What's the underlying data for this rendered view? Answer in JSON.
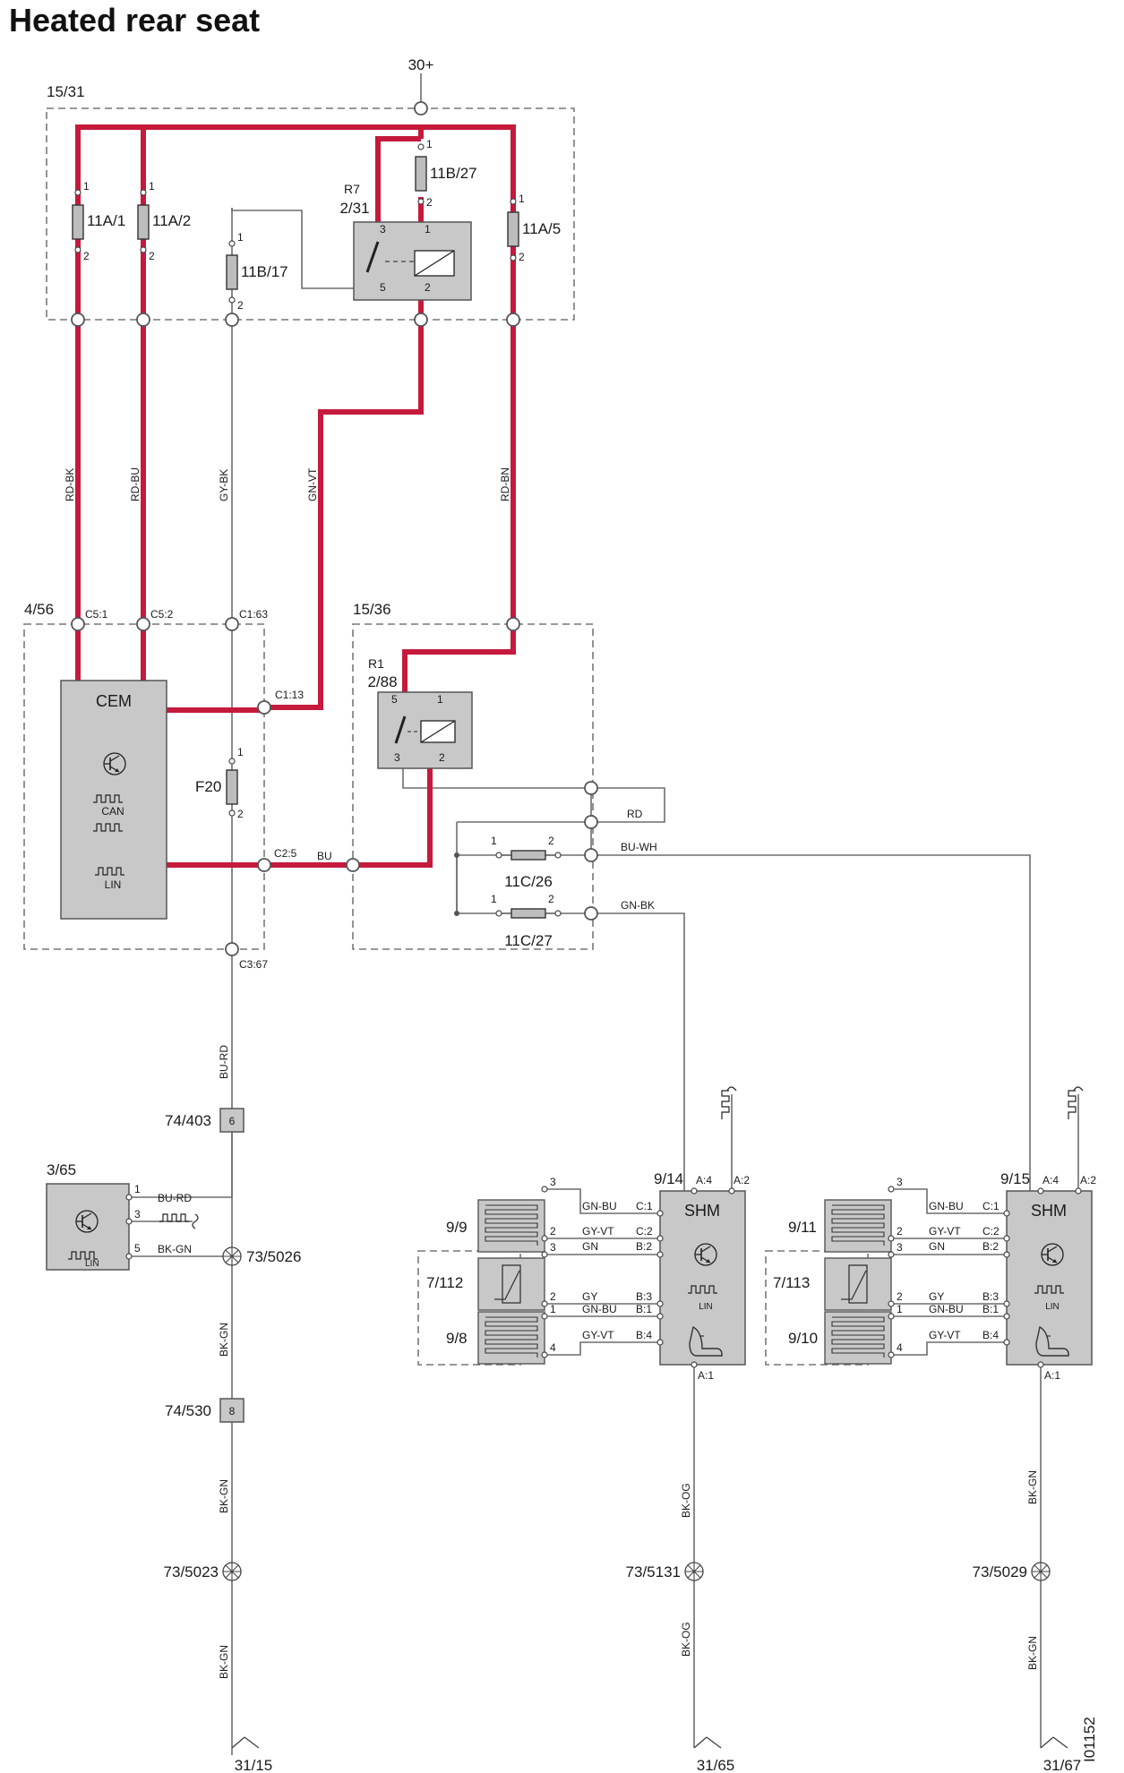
{
  "title": "Heated rear seat",
  "supply_label": "30+",
  "figure_id": "I01152",
  "icon": "transistor-icon",
  "fuse_box_a": {
    "label": "15/31",
    "fuses": [
      "11A/1",
      "11A/2",
      "11B/17",
      "11B/27",
      "11A/5"
    ],
    "relay": {
      "name": "R7",
      "code": "2/31"
    }
  },
  "cem": {
    "box_label": "4/56",
    "name": "CEM",
    "bus_can": "CAN",
    "bus_lin": "LIN",
    "fuse": "F20",
    "connectors": [
      "C5:1",
      "C5:2",
      "C1:63",
      "C1:13",
      "C2:5",
      "C3:67"
    ]
  },
  "fuse_box_b": {
    "label": "15/36",
    "relay": {
      "name": "R1",
      "code": "2/88"
    },
    "fuses": [
      "11C/26",
      "11C/27"
    ]
  },
  "wire_colors": {
    "rd_bk": "RD-BK",
    "rd_bu": "RD-BU",
    "gy_bk": "GY-BK",
    "gn_vt": "GN-VT",
    "rd_bn": "RD-BN",
    "bu": "BU",
    "rd": "RD",
    "bu_wh": "BU-WH",
    "gn_bk": "GN-BK",
    "bu_rd": "BU-RD",
    "bk_gn": "BK-GN",
    "bk_og": "BK-OG",
    "gn_bu": "GN-BU",
    "gy_vt": "GY-VT",
    "gn": "GN",
    "gy": "GY"
  },
  "connectors": {
    "c74_403": {
      "label": "74/403",
      "pin": "6"
    },
    "c74_530": {
      "label": "74/530",
      "pin": "8"
    }
  },
  "switch_module": {
    "label": "3/65",
    "bus": "LIN",
    "pins": [
      "1",
      "3",
      "5"
    ]
  },
  "splices": {
    "s73_5026": "73/5026",
    "s73_5023": "73/5023",
    "s73_5131": "73/5131",
    "s73_5029": "73/5029"
  },
  "grounds": [
    "31/15",
    "31/65",
    "31/67"
  ],
  "shm_left": {
    "module": "9/14",
    "name": "SHM",
    "bus": "LIN",
    "pins": {
      "a4": "A:4",
      "a2": "A:2",
      "a1": "A:1",
      "c1": "C:1",
      "c2": "C:2",
      "b2": "B:2",
      "b3": "B:3",
      "b1": "B:1",
      "b4": "B:4"
    },
    "element_top": "9/9",
    "sensor": "7/112",
    "element_bottom": "9/8"
  },
  "shm_right": {
    "module": "9/15",
    "name": "SHM",
    "bus": "LIN",
    "pins": {
      "a4": "A:4",
      "a2": "A:2",
      "a1": "A:1",
      "c1": "C:1",
      "c2": "C:2",
      "b2": "B:2",
      "b3": "B:3",
      "b1": "B:1",
      "b4": "B:4"
    },
    "element_top": "9/11",
    "sensor": "7/113",
    "element_bottom": "9/10"
  },
  "pin_numbers": {
    "one": "1",
    "two": "2",
    "three": "3",
    "four": "4",
    "five": "5"
  },
  "colors": {
    "power_wire": "#c51a3c",
    "component_fill": "#c8c8c8",
    "signal_wire": "#6d6d6d"
  }
}
